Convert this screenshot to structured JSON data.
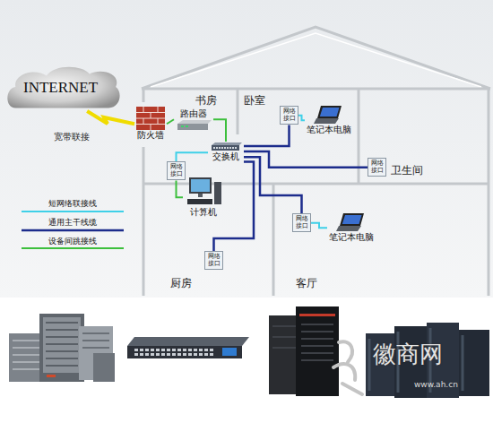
{
  "diagram": {
    "nodes": [
      {
        "text": [
          "INTERNET"
        ]
      },
      {
        "text": [
          "防火墙"
        ]
      },
      {
        "text": [
          "路由器"
        ]
      },
      {
        "text": [
          "交换机"
        ]
      },
      {
        "text": [
          "网络接口"
        ]
      },
      {
        "text": [
          "计算机"
        ]
      },
      {
        "text": [
          "网络接口"
        ]
      },
      {
        "text": [
          "笔记本电脑"
        ]
      },
      {
        "text": [
          "网络接口"
        ]
      },
      {
        "text": [
          "网络接口"
        ]
      },
      {
        "text": [
          "笔记本电脑"
        ]
      },
      {
        "text": [
          "网络接口"
        ]
      }
    ],
    "edges": [
      {
        "from": 0,
        "to": 1,
        "arrow": "none",
        "label": "宽带联接"
      },
      {
        "from": 1,
        "to": 2,
        "arrow": "none"
      },
      {
        "from": 2,
        "to": 3,
        "arrow": "none"
      },
      {
        "from": 3,
        "to": 4,
        "arrow": "none"
      },
      {
        "from": 4,
        "to": 5,
        "arrow": "none"
      },
      {
        "from": 3,
        "to": 6,
        "arrow": "none"
      },
      {
        "from": 6,
        "to": 7,
        "arrow": "none"
      },
      {
        "from": 3,
        "to": 8,
        "arrow": "none"
      },
      {
        "from": 3,
        "to": 9,
        "arrow": "none"
      },
      {
        "from": 9,
        "to": 10,
        "arrow": "none"
      },
      {
        "from": 3,
        "to": 11,
        "arrow": "none"
      }
    ],
    "labels": [
      "书房",
      "卧室",
      "卫生间",
      "厨房",
      "客厅",
      "徽商网",
      "www.ah.cn"
    ],
    "legend": [
      {
        "text": "短网络联接线"
      },
      {
        "text": "通用主干线缆"
      },
      {
        "text": "设备间跳接线"
      }
    ]
  }
}
